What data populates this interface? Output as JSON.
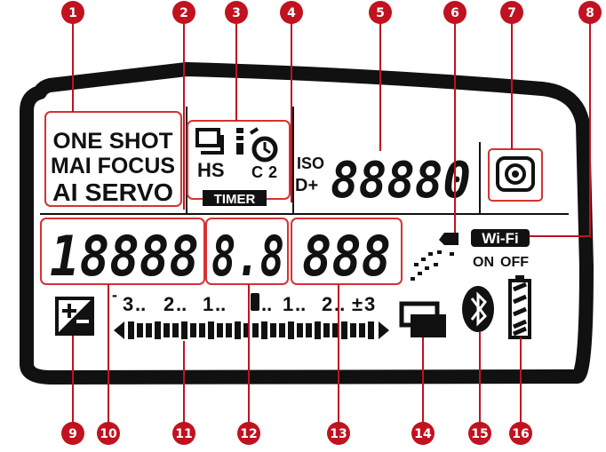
{
  "callouts": [
    "1",
    "2",
    "3",
    "4",
    "5",
    "6",
    "7",
    "8",
    "9",
    "10",
    "11",
    "12",
    "13",
    "14",
    "15",
    "16"
  ],
  "bottom_callouts": [
    "9",
    "10",
    "11",
    "12",
    "13",
    "14",
    "15",
    "16"
  ],
  "top_callouts": [
    "1",
    "2",
    "3",
    "4",
    "5",
    "6",
    "7",
    "8"
  ],
  "af_modes": [
    "ONE SHOT",
    "MAI FOCUS",
    "AI SERVO"
  ],
  "drive": {
    "hs": "HS",
    "c": "C",
    "two": "2",
    "timer": "TIMER"
  },
  "iso": {
    "iso": "ISO",
    "dplus": "D+",
    "value": "88880"
  },
  "shutter": "18888",
  "aperture": "8.8",
  "shots": "888",
  "wifi": {
    "label": "Wi-Fi",
    "on": "ON",
    "off": "OFF"
  },
  "exposure_scale": {
    "minus": "-",
    "three": "3",
    "two": "2",
    "one": "1",
    "dots": "..",
    "plusminus": "±",
    "plusthree": "3"
  },
  "colors": {
    "callout": "#c1121f",
    "lcd": "#111111",
    "frame": "#111111",
    "box": "#d63232"
  }
}
